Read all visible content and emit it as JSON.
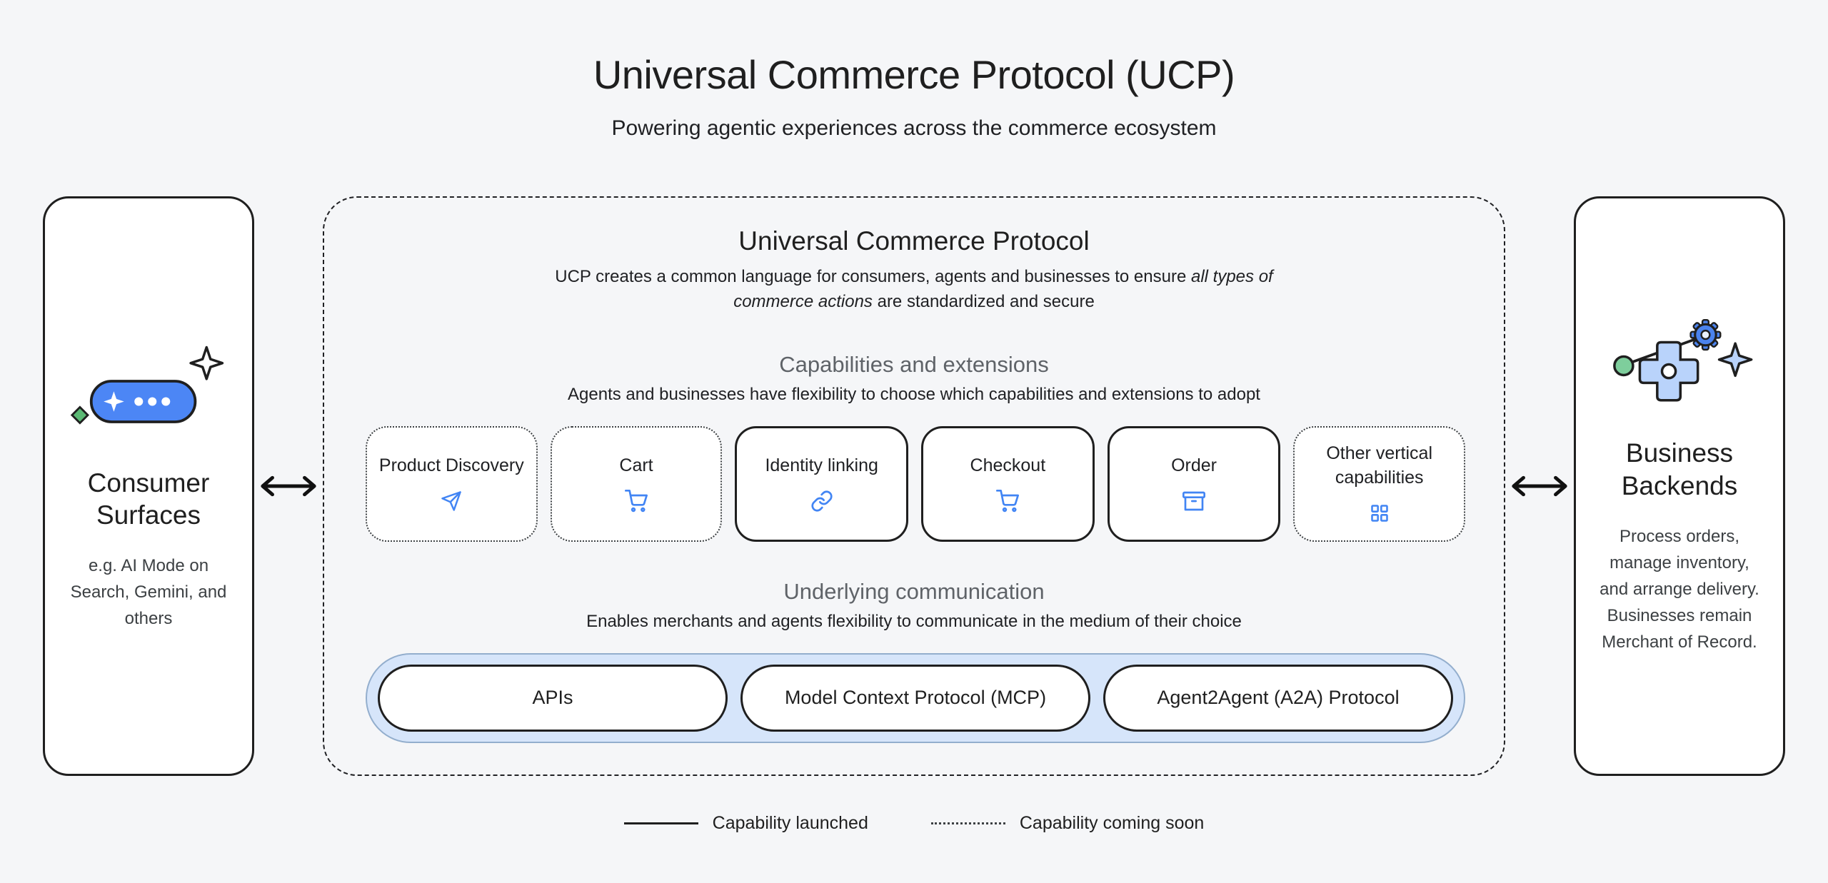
{
  "page": {
    "title": "Universal Commerce Protocol (UCP)",
    "subtitle": "Powering agentic experiences across the commerce ecosystem"
  },
  "consumer": {
    "title": "Consumer Surfaces",
    "description": "e.g. AI Mode on Search, Gemini, and others"
  },
  "business": {
    "title": "Business Backends",
    "description": "Process orders, manage inventory, and arrange delivery. Businesses remain Merchant of Record."
  },
  "ucp": {
    "title": "Universal Commerce Protocol",
    "description_pre": "UCP creates a common language for consumers, agents and businesses to ensure ",
    "description_italic": "all types of commerce actions",
    "description_post": " are standardized and secure",
    "capabilities": {
      "title": "Capabilities and extensions",
      "subtitle": "Agents and businesses have flexibility to choose which capabilities and extensions to adopt",
      "items": [
        {
          "label": "Product Discovery",
          "status": "coming-soon",
          "icon": "send-icon"
        },
        {
          "label": "Cart",
          "status": "coming-soon",
          "icon": "cart-icon"
        },
        {
          "label": "Identity linking",
          "status": "launched",
          "icon": "link-icon"
        },
        {
          "label": "Checkout",
          "status": "launched",
          "icon": "cart-icon"
        },
        {
          "label": "Order",
          "status": "launched",
          "icon": "order-box-icon"
        },
        {
          "label": "Other vertical capabilities",
          "status": "coming-soon",
          "icon": "grid-icon"
        }
      ]
    },
    "communication": {
      "title": "Underlying communication",
      "subtitle": "Enables merchants and agents flexibility to communicate in the medium of their choice",
      "protocols": [
        {
          "label": "APIs"
        },
        {
          "label": "Model Context Protocol (MCP)"
        },
        {
          "label": "Agent2Agent (A2A) Protocol"
        }
      ]
    }
  },
  "legend": {
    "launched_label": "Capability launched",
    "coming_soon_label": "Capability coming soon"
  },
  "colors": {
    "accent_blue": "#4285F4",
    "light_blue_container": "#d6e5fa",
    "green_accent": "#5bb974",
    "background": "#f5f6f8",
    "ink": "#1f1f1f",
    "section_heading_gray": "#5f6368"
  }
}
